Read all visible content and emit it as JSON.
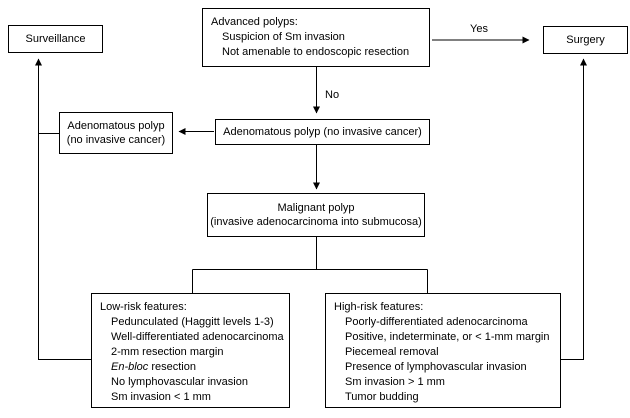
{
  "diagram": {
    "title_hint": "Malignant polyp management flowchart",
    "colors": {
      "background": "#ffffff",
      "line": "#000000",
      "text": "#000000",
      "box_border": "#000000"
    },
    "labels": {
      "yes": "Yes",
      "no": "No"
    },
    "nodes": {
      "surveillance": {
        "text": "Surveillance"
      },
      "surgery": {
        "text": "Surgery"
      },
      "advanced": {
        "title": "Advanced polyps:",
        "items": [
          "Suspicion of Sm invasion",
          "Not amenable to endoscopic resection"
        ]
      },
      "adenoma_left": {
        "line1": "Adenomatous polyp",
        "line2": "(no invasive cancer)"
      },
      "adenoma_center": {
        "text": "Adenomatous polyp (no invasive cancer)"
      },
      "malignant": {
        "line1": "Malignant polyp",
        "line2": "(invasive adenocarcinoma into submucosa)"
      },
      "low_risk": {
        "title": "Low-risk features:",
        "items": [
          "Pedunculated (Haggitt levels 1-3)",
          "Well-differentiated adenocarcinoma",
          "2-mm resection margin",
          {
            "italic": "En-bloc",
            "rest": " resection"
          },
          "No lymphovascular invasion",
          "Sm invasion < 1 mm"
        ]
      },
      "high_risk": {
        "title": "High-risk features:",
        "items": [
          "Poorly-differentiated adenocarcinoma",
          "Positive, indeterminate, or < 1-mm margin",
          "Piecemeal removal",
          "Presence of lymphovascular invasion",
          "Sm invasion > 1 mm",
          "Tumor budding"
        ]
      }
    }
  }
}
